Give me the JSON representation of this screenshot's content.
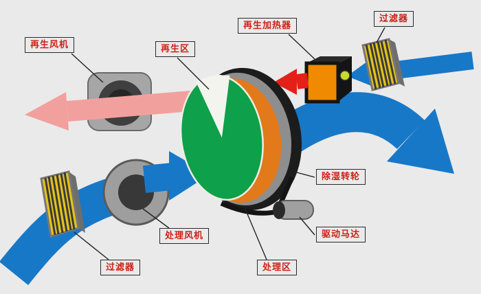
{
  "diagram": {
    "labels": {
      "regen_fan": "再生风机",
      "regen_zone": "再生区",
      "regen_heater": "再生加热器",
      "filter_top": "过滤器",
      "dehum_wheel": "除湿转轮",
      "drive_motor": "驱动马达",
      "process_fan": "处理风机",
      "process_zone": "处理区",
      "filter_bottom": "过滤器"
    },
    "colors": {
      "process_air": "#1878c8",
      "regen_hot": "#e32119",
      "regen_exhaust": "#f2a09e",
      "wheel_green": "#0ea04a",
      "sector_white": "#f4f4ee",
      "heater_orange": "#f08a00",
      "heater_dark": "#141414",
      "filter_yellow": "#e4c41a",
      "metal": "#9e9e9e",
      "metal_dark": "#3f3f3f",
      "background": "#eaeaea",
      "label_red": "#cc2218",
      "line": "#222222"
    }
  }
}
